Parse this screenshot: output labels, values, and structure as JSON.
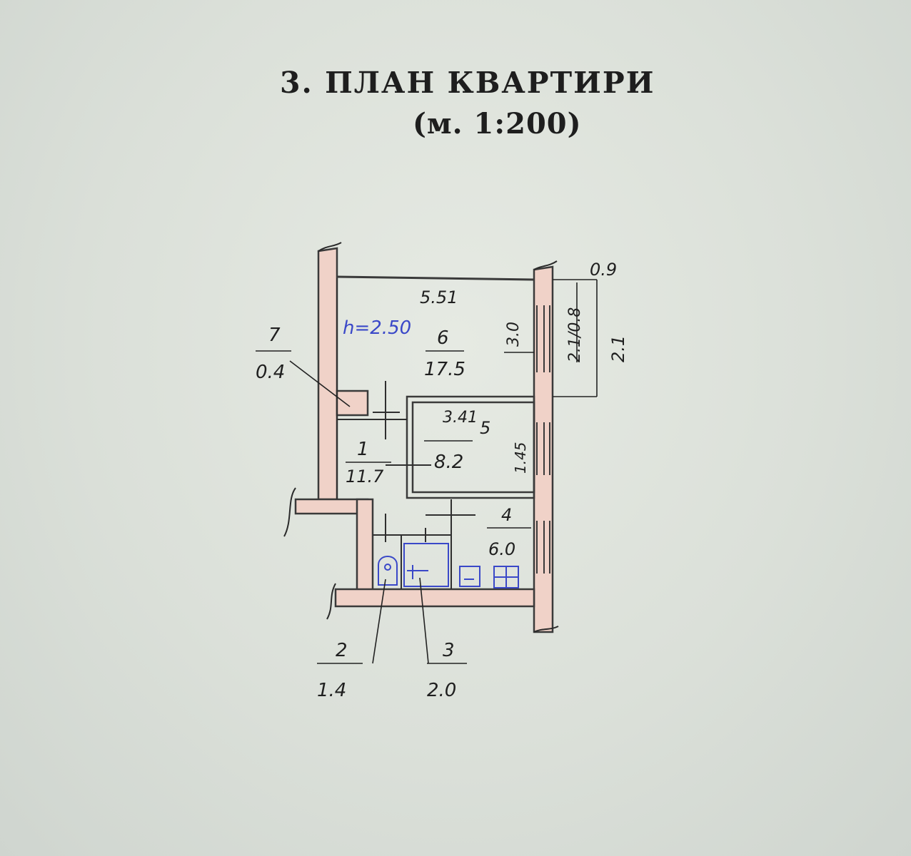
{
  "heading": {
    "title": "3. ПЛАН КВАРТИРИ",
    "scale": "(м. 1:200)"
  },
  "ceiling_height": "h=2.50",
  "rooms": [
    {
      "number": "1",
      "area": "11.7"
    },
    {
      "number": "2",
      "area": "1.4"
    },
    {
      "number": "3",
      "area": "2.0"
    },
    {
      "number": "4",
      "area": "6.0"
    },
    {
      "number": "5",
      "area": "8.2"
    },
    {
      "number": "6",
      "area": "17.5"
    },
    {
      "number": "7",
      "area": "0.4"
    }
  ],
  "dimensions": {
    "room6_width": "5.51",
    "room6_depth": "3.0",
    "room5_width": "3.41",
    "room5_depth": "1.45",
    "window_dims": "2.1/0.8",
    "balcony_depth": "2.1",
    "balcony_width": "0.9"
  },
  "colors": {
    "wall_fill": "#f0d2c8",
    "wall_stroke": "#3a3a3a",
    "ink": "#1f1f1f",
    "blue_ink": "#3a48c8"
  }
}
